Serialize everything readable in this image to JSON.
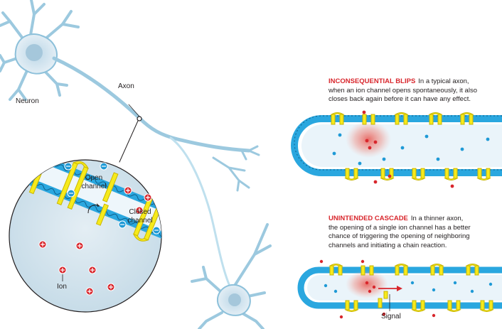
{
  "labels": {
    "neuron": "Neuron",
    "axon": "Axon",
    "open_channel": [
      "Open",
      "channel"
    ],
    "closed_channel": [
      "Closed",
      "channel"
    ],
    "ion": "Ion",
    "signal": "Signal"
  },
  "captions": [
    {
      "heading": "INCONSEQUENTIAL BLIPS",
      "lines": [
        "In a typical axon,",
        "when an ion channel opens spontaneously, it also",
        "closes back again before it can have any effect."
      ]
    },
    {
      "heading": "UNINTENDED CASCADE",
      "lines": [
        "In a thinner axon,",
        "the opening of a single ion channel has a better",
        "chance of triggering the opening of neighboring",
        "channels and initiating a chain reaction."
      ]
    }
  ],
  "colors": {
    "neuron_fill": "#cfe3ee",
    "neuron_stroke": "#6fb7d9",
    "membrane": "#2aa7df",
    "channel": "#f6ea1c",
    "positive_ion": "#d8262c",
    "negative_ion": "#1f9ad6",
    "heading": "#d8262c"
  },
  "icons": {
    "positive_ion": "plus-in-circle",
    "negative_ion": "minus-in-circle",
    "signal_arrow": "right-arrow"
  }
}
